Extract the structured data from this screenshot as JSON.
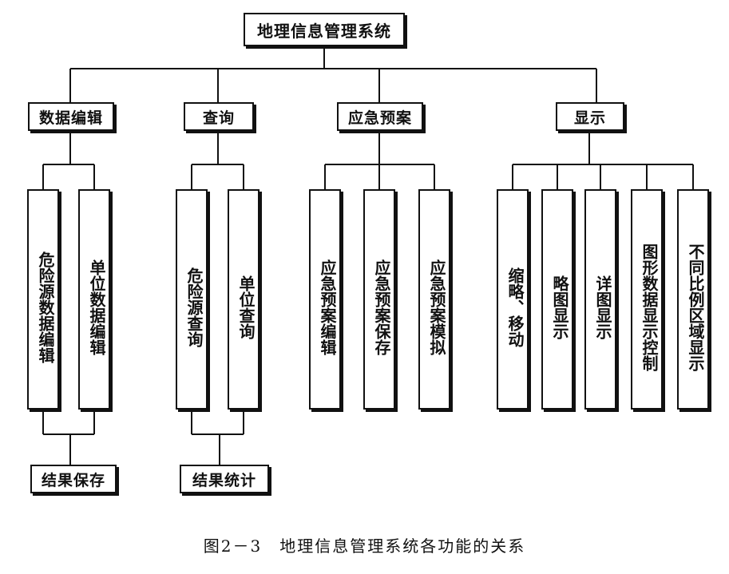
{
  "root": "地理信息管理系统",
  "categories": [
    {
      "id": "edit",
      "label": "数据编辑",
      "children": [
        "危险源数据编辑",
        "单位数据编辑"
      ],
      "result": "结果保存"
    },
    {
      "id": "query",
      "label": "查询",
      "children": [
        "危险源查询",
        "单位查询"
      ],
      "result": "结果统计"
    },
    {
      "id": "plan",
      "label": "应急预案",
      "children": [
        "应急预案编辑",
        "应急预案保存",
        "应急预案模拟"
      ]
    },
    {
      "id": "display",
      "label": "显示",
      "children": [
        "缩略、移动",
        "略图显示",
        "详图显示",
        "图形数据显示控制",
        "不同比例区域显示"
      ]
    }
  ],
  "caption": "图2－3　地理信息管理系统各功能的关系"
}
